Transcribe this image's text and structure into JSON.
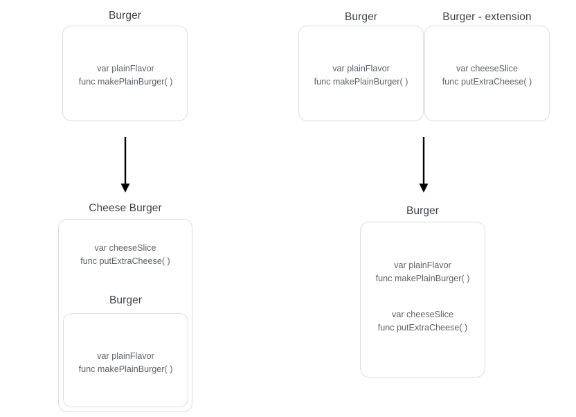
{
  "diagram": {
    "title": "Swift subclassing vs extension comparison diagram",
    "background_color": "#ffffff",
    "box_border_color": "#dcdddf",
    "title_text_color": "#3f4245",
    "body_text_color": "#5e6164",
    "arrow_color": "#000000"
  },
  "left_column": {
    "top_node": {
      "title": "Burger",
      "body_line_1": "var plainFlavor",
      "body_line_2": "func makePlainBurger( )"
    },
    "arrow": {
      "name": "subclass-arrow",
      "direction": "down"
    },
    "bottom_node": {
      "title": "Cheese Burger",
      "body_line_1": "var cheeseSlice",
      "body_line_2": "func putExtraCheese( )",
      "nested_node": {
        "title": "Burger",
        "body_line_1": "var plainFlavor",
        "body_line_2": "func makePlainBurger( )"
      }
    }
  },
  "right_column": {
    "top_node_base": {
      "title": "Burger",
      "body_line_1": "var plainFlavor",
      "body_line_2": "func makePlainBurger( )"
    },
    "top_node_extension": {
      "title": "Burger - extension",
      "body_line_1": "var cheeseSlice",
      "body_line_2": "func putExtraCheese( )"
    },
    "arrow": {
      "name": "extension-arrow",
      "direction": "down"
    },
    "bottom_node": {
      "title": "Burger",
      "group_1_line_1": "var plainFlavor",
      "group_1_line_2": "func makePlainBurger( )",
      "group_2_line_1": "var cheeseSlice",
      "group_2_line_2": "func putExtraCheese( )"
    }
  }
}
